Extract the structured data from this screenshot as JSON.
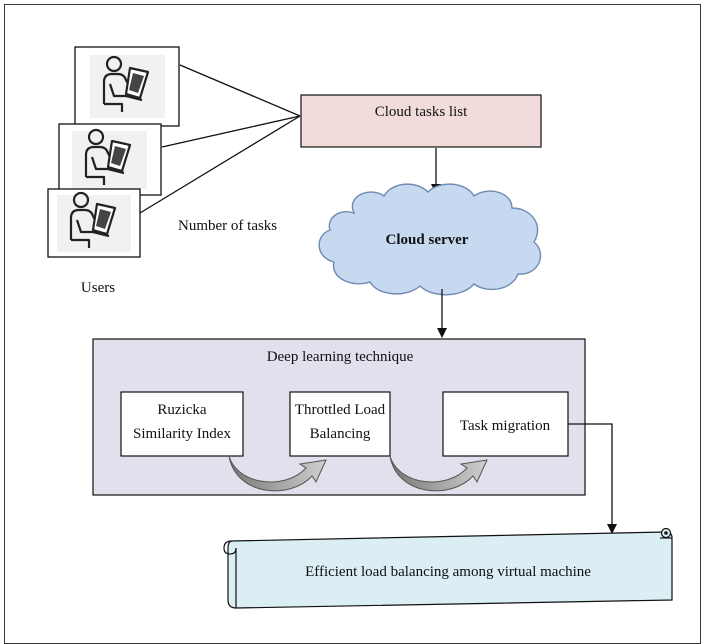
{
  "cloud_tasks_list": "Cloud tasks list",
  "cloud_server": "Cloud server",
  "number_of_tasks": "Number of tasks",
  "users": "Users",
  "deep_learning": "Deep learning technique",
  "ruzicka_line1": "Ruzicka",
  "ruzicka_line2": "Similarity Index",
  "throttled_line1": "Throttled Load",
  "throttled_line2": "Balancing",
  "task_migration": "Task migration",
  "efficient": "Efficient load balancing among virtual machine",
  "colors": {
    "tasks_list_fill": "#f2dcdb",
    "cloud_fill": "#c6d9f1",
    "deep_fill": "#e4dfec",
    "scroll_fill": "#dbeef4"
  },
  "icons": [
    "user-laptop-icon",
    "user-laptop-icon",
    "user-laptop-icon"
  ]
}
